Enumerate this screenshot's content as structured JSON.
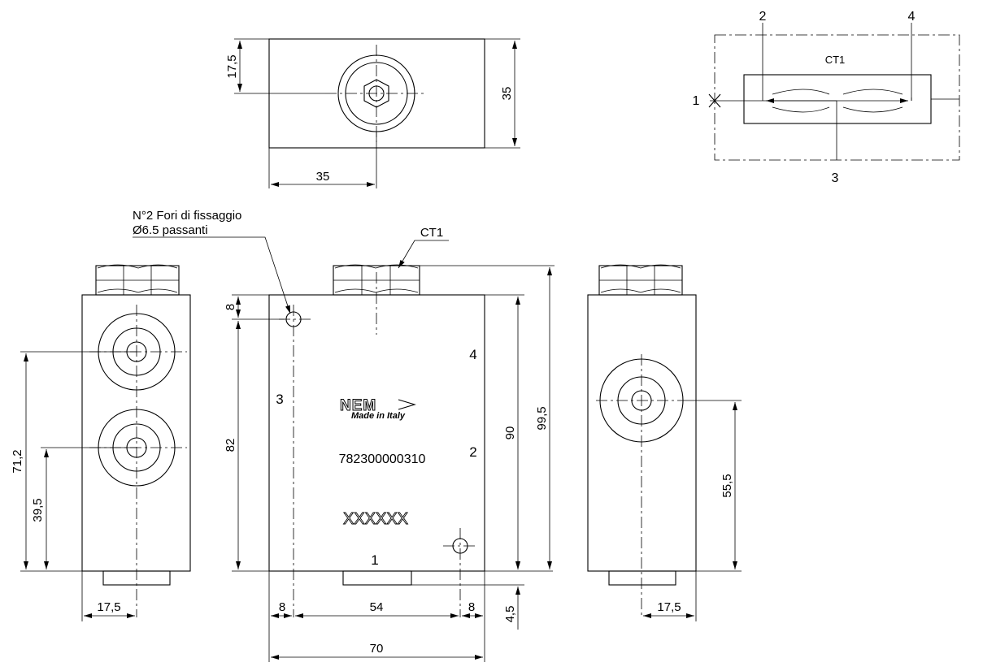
{
  "callouts": {
    "fixing_holes_line1": "N°2 Fori di fissaggio",
    "fixing_holes_line2": "Ø6.5 passanti",
    "valve_label": "CT1"
  },
  "schematic": {
    "label": "CT1",
    "ports": {
      "p1": "1",
      "p2": "2",
      "p3": "3",
      "p4": "4"
    }
  },
  "front_view": {
    "port_labels": {
      "p1": "1",
      "p2": "2",
      "p3": "3",
      "p4": "4"
    },
    "brand": "NEM",
    "made_in": "Made in Italy",
    "part_number": "782300000310",
    "serial": "XXXXXX"
  },
  "dimensions": {
    "top_height_half": "17,5",
    "top_height": "35",
    "top_width_half": "35",
    "left_71": "71,2",
    "left_39": "39,5",
    "left_17": "17,5",
    "front_8_top": "8",
    "front_82": "82",
    "front_90": "90",
    "front_99": "99,5",
    "front_8_left": "8",
    "front_54": "54",
    "front_8_right": "8",
    "front_70": "70",
    "front_4_5": "4,5",
    "right_55": "55,5",
    "right_17": "17,5"
  },
  "colors": {
    "ink": "#000000",
    "paper": "#ffffff"
  }
}
